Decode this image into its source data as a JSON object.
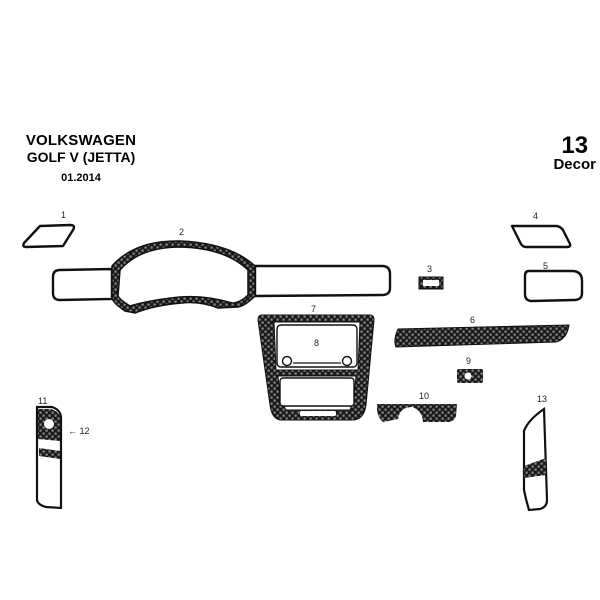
{
  "header": {
    "brand": "VOLKSWAGEN",
    "model": "GOLF V (JETTA)",
    "date": "01.2014"
  },
  "summary": {
    "piece_count": "13",
    "piece_label": "Decor"
  },
  "colors": {
    "outline": "#111111",
    "carbon_dark": "#1a1a1a",
    "carbon_light": "#8a8a8a",
    "background": "#ffffff"
  },
  "parts": [
    {
      "id": "1",
      "label": "1",
      "finish": "outline"
    },
    {
      "id": "2",
      "label": "2",
      "finish": "carbon-frame"
    },
    {
      "id": "3",
      "label": "3",
      "finish": "outline"
    },
    {
      "id": "4",
      "label": "4",
      "finish": "outline"
    },
    {
      "id": "5",
      "label": "5",
      "finish": "outline"
    },
    {
      "id": "6",
      "label": "6",
      "finish": "carbon-solid"
    },
    {
      "id": "7",
      "label": "7",
      "finish": "carbon-frame"
    },
    {
      "id": "8",
      "label": "8",
      "finish": "outline"
    },
    {
      "id": "9",
      "label": "9",
      "finish": "carbon-solid"
    },
    {
      "id": "10",
      "label": "10",
      "finish": "carbon-solid"
    },
    {
      "id": "11",
      "label": "11",
      "finish": "carbon-frame"
    },
    {
      "id": "12",
      "label": "← 12",
      "finish": "carbon-frame"
    },
    {
      "id": "13",
      "label": "13",
      "finish": "carbon-frame"
    }
  ]
}
